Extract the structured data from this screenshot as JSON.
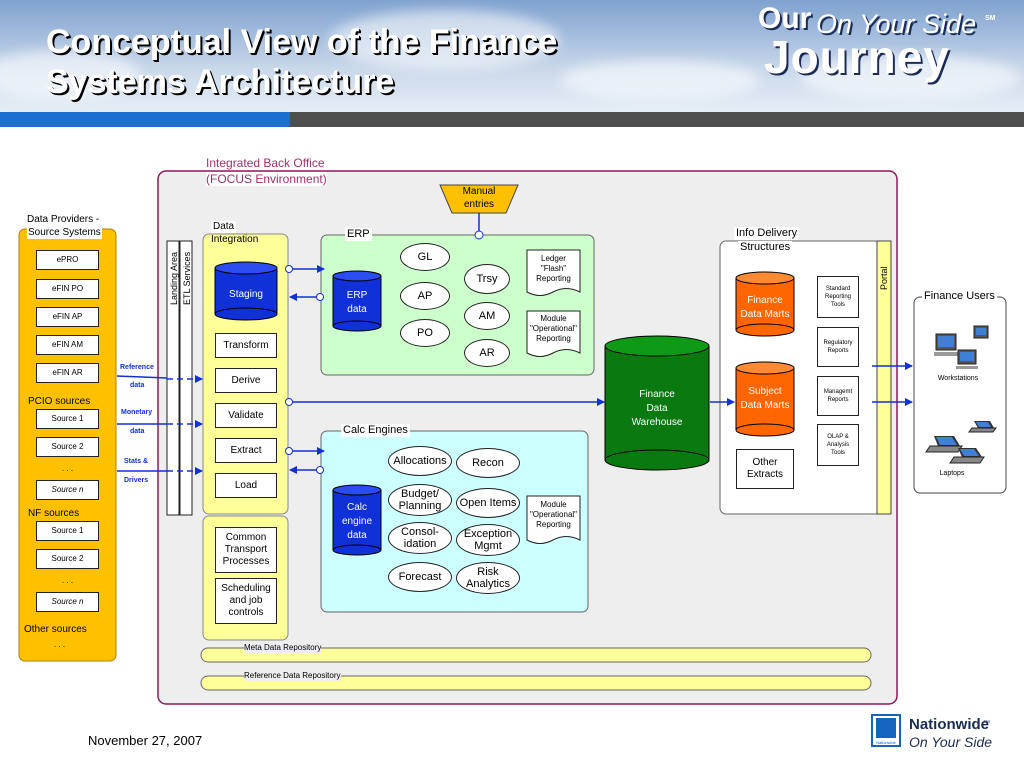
{
  "title": "Conceptual View of the Finance Systems Architecture",
  "logo": {
    "our": "Our",
    "tagline": "On Your Side",
    "sm": "SM",
    "journey": "Journey"
  },
  "footer": {
    "date": "November 27, 2007",
    "company": "Nationwide",
    "company_tagline": "On Your Side",
    "tm": "™",
    "badge_text": "Nationwide"
  },
  "integrated": {
    "label1": "Integrated Back Office",
    "label2": "(FOCUS Environment)"
  },
  "providers": {
    "title1": "Data Providers -",
    "title2": "Source Systems",
    "top_items": [
      "ePRO",
      "eFIN PO",
      "eFIN AP",
      "eFIN AM",
      "eFIN AR"
    ],
    "pcio_label": "PCIO sources",
    "pcio_items": [
      "Source 1",
      "Source 2",
      "Source n"
    ],
    "nf_label": "NF sources",
    "nf_items": [
      "Source 1",
      "Source 2",
      "Source n"
    ],
    "ellipsis": ". . .",
    "other_label": "Other sources",
    "other_ellipsis": ". . ."
  },
  "feeds": {
    "reference1": "Reference",
    "reference2": "data",
    "monetary1": "Monetary",
    "monetary2": "data",
    "stats1": "Stats &",
    "stats2": "Drivers"
  },
  "landing_area": "Landing Area",
  "etl_services": "ETL Services",
  "data_integration": {
    "title1": "Data",
    "title2": "Integration",
    "staging": "Staging",
    "steps": [
      "Transform",
      "Derive",
      "Validate",
      "Extract",
      "Load"
    ]
  },
  "common": {
    "transport1": "Common",
    "transport2": "Transport",
    "transport3": "Processes",
    "sched1": "Scheduling",
    "sched2": "and job",
    "sched3": "controls"
  },
  "manual": {
    "line1": "Manual",
    "line2": "entries"
  },
  "erp": {
    "title": "ERP",
    "data1": "ERP",
    "data2": "data",
    "modules": [
      "GL",
      "AP",
      "PO",
      "Trsy",
      "AM",
      "AR"
    ],
    "ledger1": "Ledger",
    "ledger2": "\"Flash\"",
    "ledger3": "Reporting",
    "mod1": "Module",
    "mod2": "\"Operational\"",
    "mod3": "Reporting"
  },
  "calc": {
    "title": "Calc Engines",
    "data1": "Calc",
    "data2": "engine",
    "data3": "data",
    "allocations": "Allocations",
    "recon": "Recon",
    "budget1": "Budget/",
    "budget2": "Planning",
    "open_items": "Open Items",
    "consol1": "Consol-",
    "consol2": "idation",
    "exception1": "Exception",
    "exception2": "Mgmt",
    "forecast": "Forecast",
    "risk1": "Risk",
    "risk2": "Analytics",
    "mod1": "Module",
    "mod2": "\"Operational\"",
    "mod3": "Reporting"
  },
  "fdw": {
    "line1": "Finance",
    "line2": "Data",
    "line3": "Warehouse"
  },
  "info_delivery": {
    "title1": "Info Delivery",
    "title2": "Structures",
    "finance1": "Finance",
    "finance2": "Data Marts",
    "subject1": "Subject",
    "subject2": "Data Marts",
    "other1": "Other",
    "other2": "Extracts",
    "std1": "Standard",
    "std2": "Reporting",
    "std3": "Tools",
    "reg1": "Regulatory",
    "reg2": "Reports",
    "mgmt1": "Managemt",
    "mgmt2": "Reports",
    "olap1": "OLAP &",
    "olap2": "Analysis",
    "olap3": "Tools"
  },
  "portal": "Portal",
  "users": {
    "title": "Finance Users",
    "workstations": "Workstations",
    "laptops": "Laptops"
  },
  "repositories": {
    "meta": "Meta Data Repository",
    "reference": "Reference Data Repository"
  },
  "colors": {
    "yellow": "#ffff99",
    "lightgreen": "#ccffcc",
    "lightcyan": "#ccffff",
    "blue": "#1030d8",
    "green": "#0a7a10",
    "orange": "#ff6600",
    "gold": "#ffc000",
    "header_blue": "#1d6fcf"
  }
}
